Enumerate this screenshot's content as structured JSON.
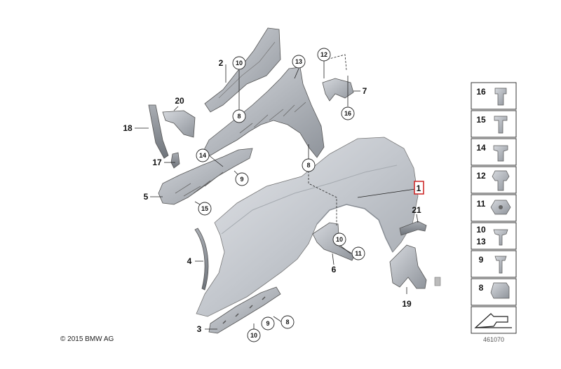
{
  "callouts": {
    "c1": "1",
    "c2": "2",
    "c3": "3",
    "c4": "4",
    "c5": "5",
    "c6": "6",
    "c7": "7",
    "c8a": "8",
    "c8b": "8",
    "c8c": "8",
    "c9a": "9",
    "c9b": "9",
    "c10a": "10",
    "c10b": "10",
    "c10c": "10",
    "c11": "11",
    "c12": "12",
    "c13": "13",
    "c14": "14",
    "c15": "15",
    "c16": "16",
    "c17": "17",
    "c18": "18",
    "c19": "19",
    "c20": "20",
    "c21": "21"
  },
  "legend": {
    "items": [
      "16",
      "15",
      "14",
      "12",
      "11",
      "10",
      "13",
      "9",
      "8"
    ]
  },
  "copyright": "© 2015 BMW AG",
  "doc_id": "461070"
}
